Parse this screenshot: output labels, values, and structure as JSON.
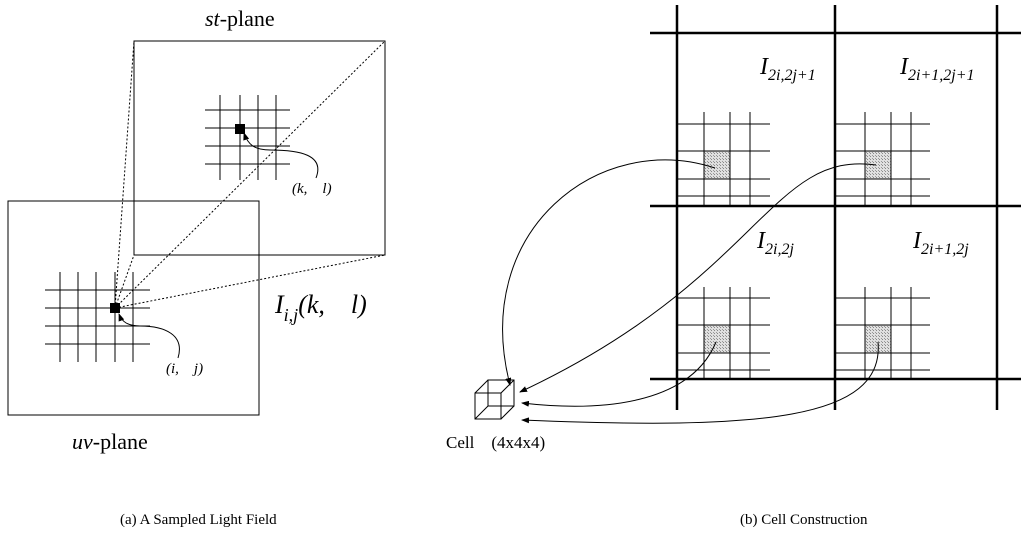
{
  "panel_a": {
    "st_plane_label": "st-plane",
    "st_plane_italic": "st",
    "st_plane_rest": "-plane",
    "uv_plane_italic": "uv",
    "uv_plane_rest": "-plane",
    "point_kl": "(k, l)",
    "point_ij": "(i, j)",
    "ray_label_I": "I",
    "ray_label_sub": "i,j",
    "ray_label_args": "(k, l)",
    "caption": "(a) A Sampled Light Field"
  },
  "panel_b": {
    "images": [
      {
        "I": "I",
        "sub": "2i,2j+1"
      },
      {
        "I": "I",
        "sub": "2i+1,2j+1"
      },
      {
        "I": "I",
        "sub": "2i,2j"
      },
      {
        "I": "I",
        "sub": "2i+1,2j"
      }
    ],
    "cell_label": "Cell (4x4x4)",
    "caption": "(b) Cell Construction"
  },
  "colors": {
    "ink": "#000000",
    "shaded_cell": "#cfcfcf",
    "background": "#ffffff"
  }
}
